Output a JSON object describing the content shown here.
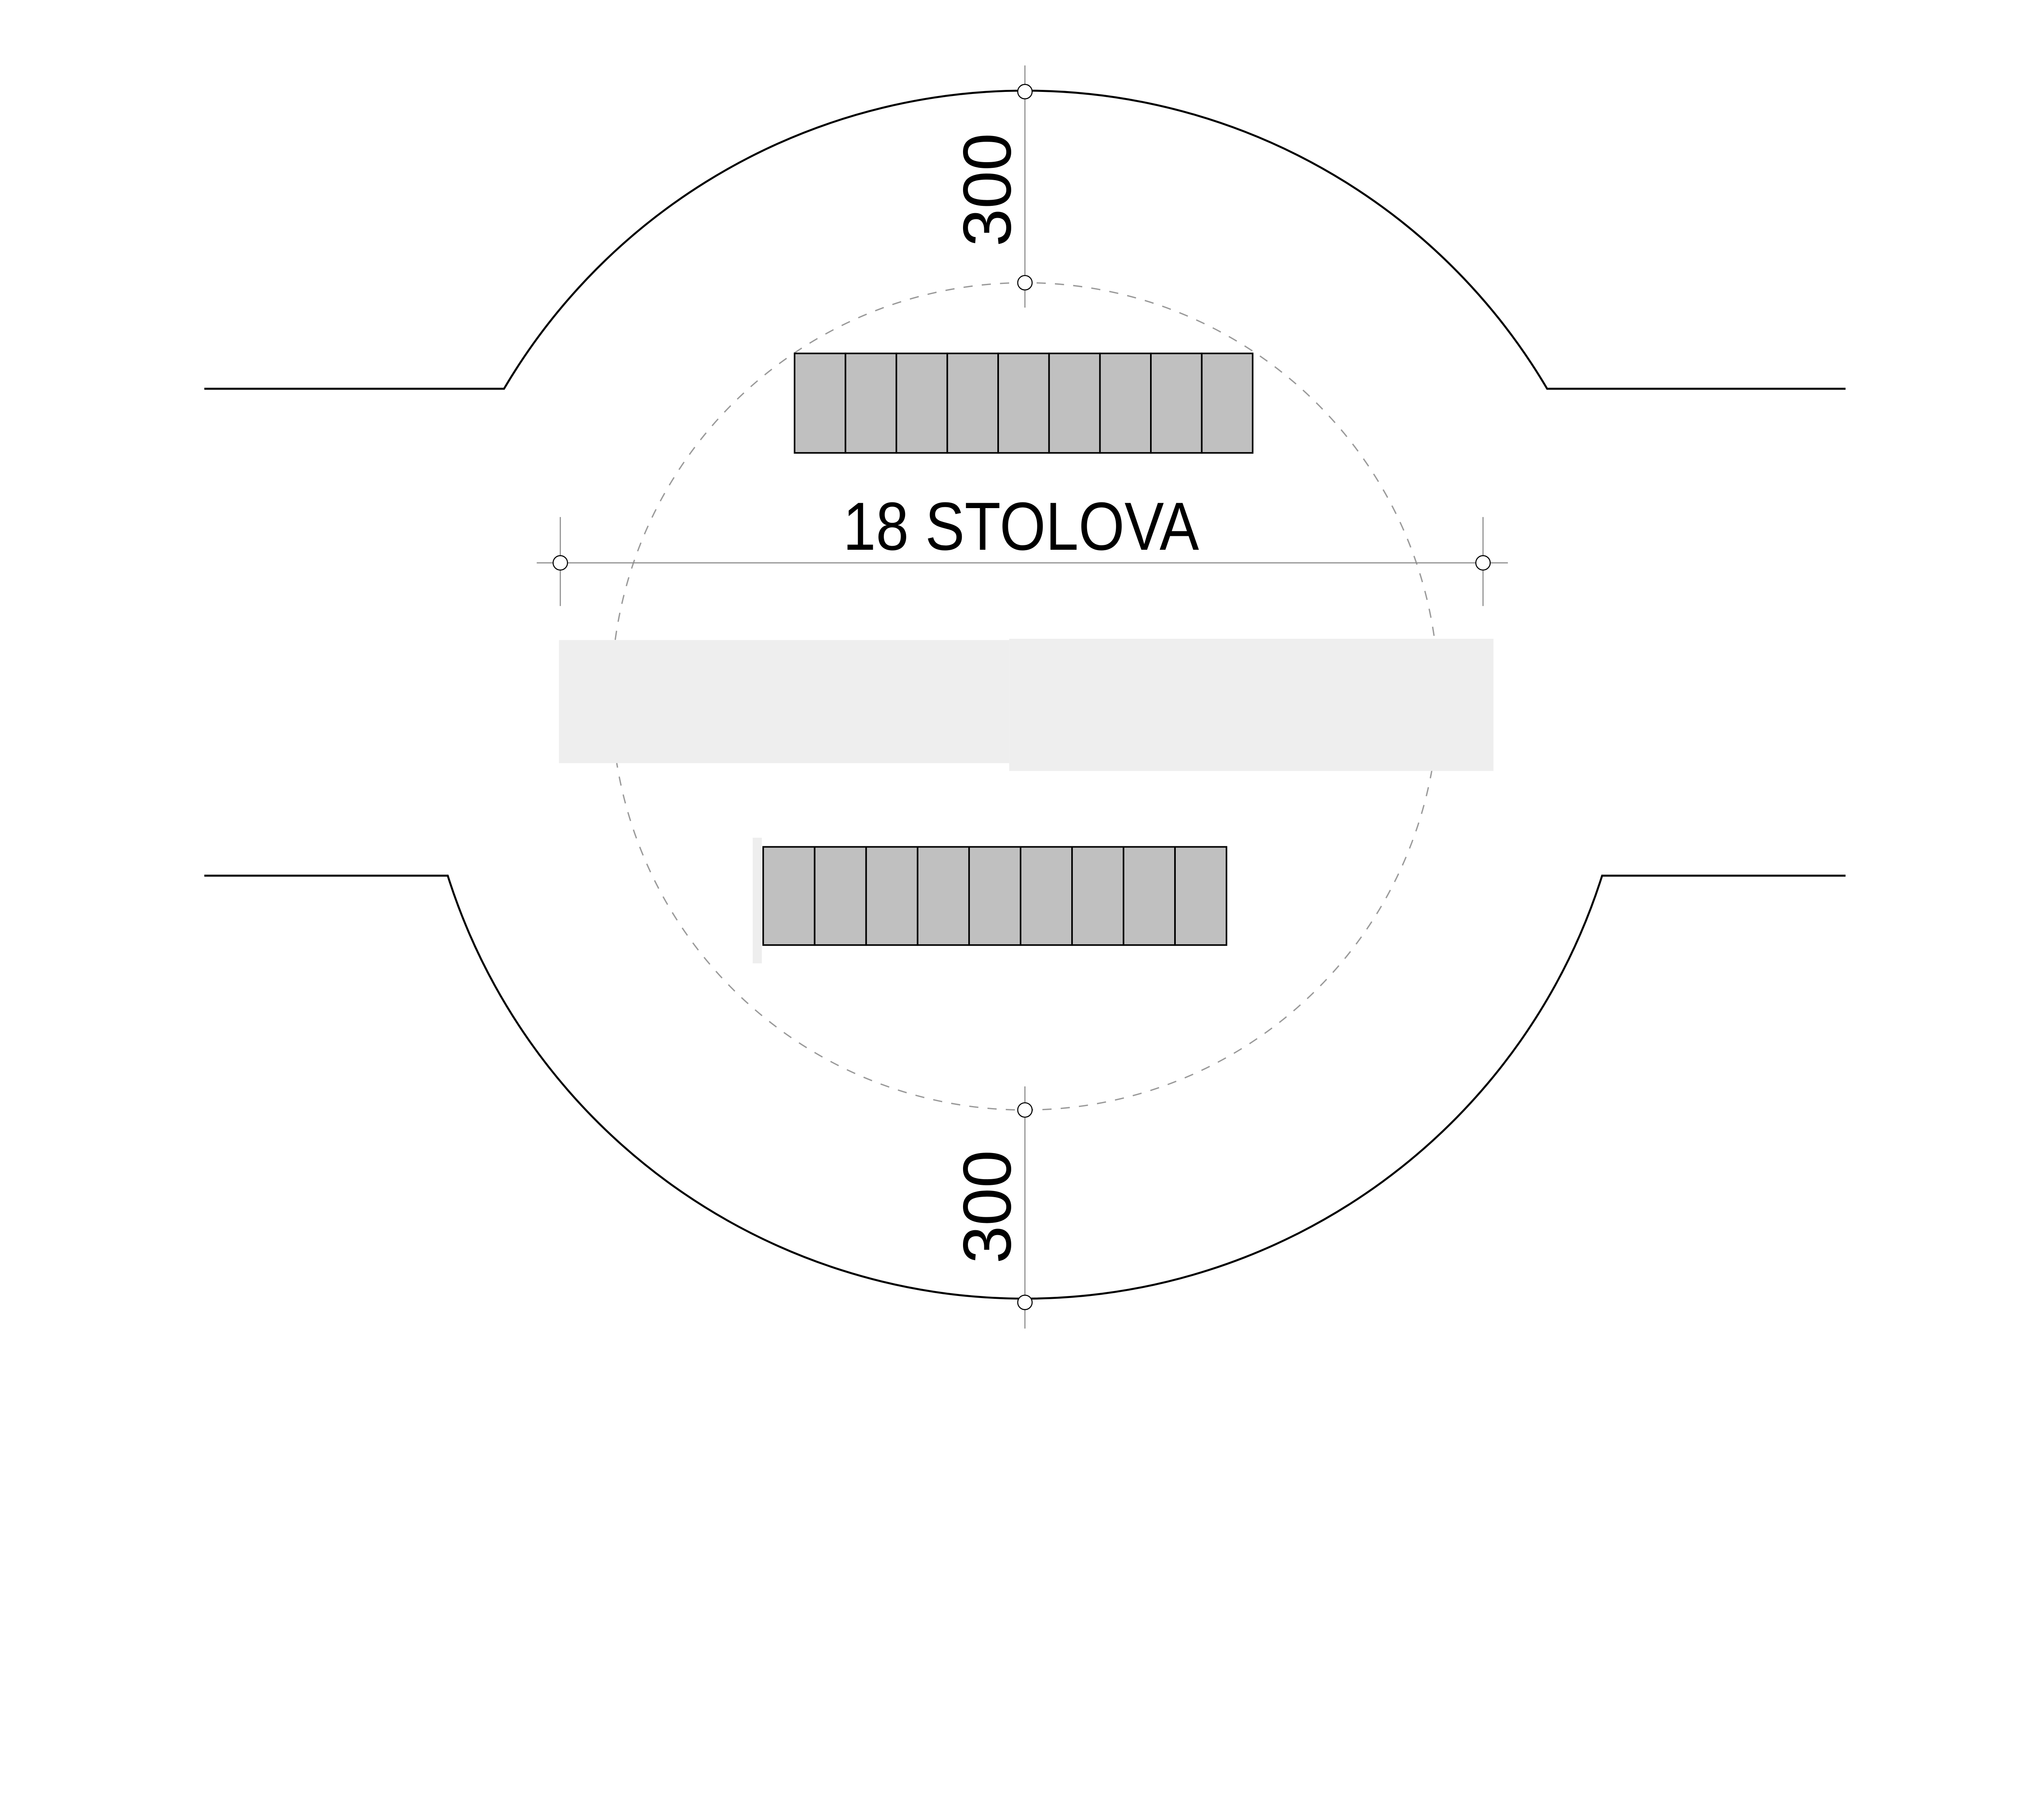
{
  "labels": {
    "table_count": "18 STOLOVA",
    "dimension_top": "300",
    "dimension_bottom": "300"
  },
  "tables": {
    "top_row_count": 9,
    "bottom_row_count": 9
  },
  "colors": {
    "line": "#000000",
    "table_fill": "#c0c0c0",
    "block_fill": "#eeeeee",
    "guide": "#999999"
  }
}
